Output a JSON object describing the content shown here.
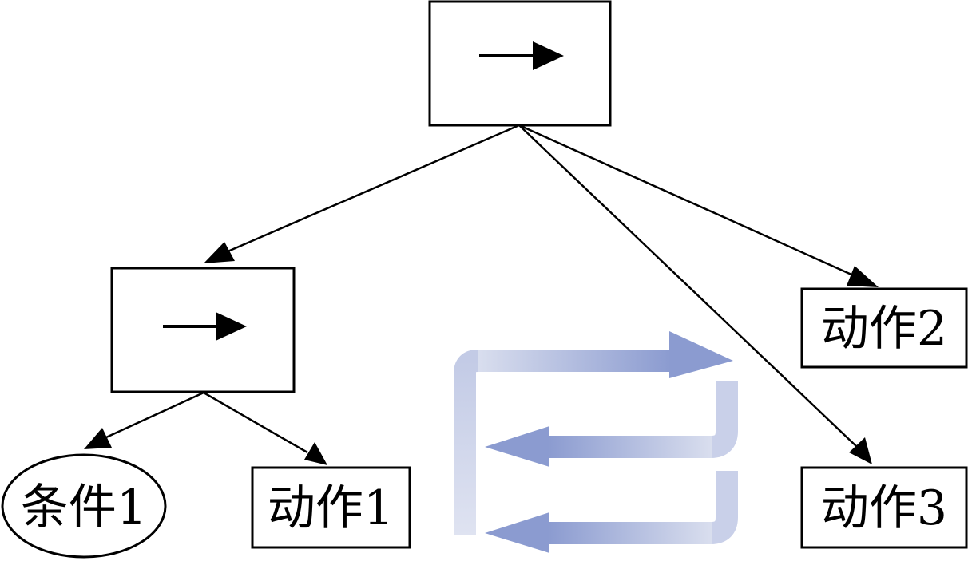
{
  "nodes": {
    "root": {
      "kind": "sequence",
      "symbol": "→"
    },
    "sub": {
      "kind": "sequence",
      "symbol": "→"
    },
    "condition1": {
      "kind": "condition",
      "label": "条件1"
    },
    "action1": {
      "kind": "action",
      "label": "动作1"
    },
    "action2": {
      "kind": "action",
      "label": "动作2"
    },
    "action3": {
      "kind": "action",
      "label": "动作3"
    }
  },
  "edges": [
    {
      "from": "root",
      "to": "sub"
    },
    {
      "from": "root",
      "to": "action2"
    },
    {
      "from": "root",
      "to": "action3"
    },
    {
      "from": "sub",
      "to": "condition1"
    },
    {
      "from": "sub",
      "to": "action1"
    }
  ],
  "colors": {
    "line": "#000000",
    "flow_light": "#d9deee",
    "flow_mid": "#aab6dc",
    "flow_dark": "#8b9bd0"
  },
  "icons": {
    "sequence_symbol": "right-arrow-icon",
    "flow_indicator": "execution-order-arrows"
  }
}
